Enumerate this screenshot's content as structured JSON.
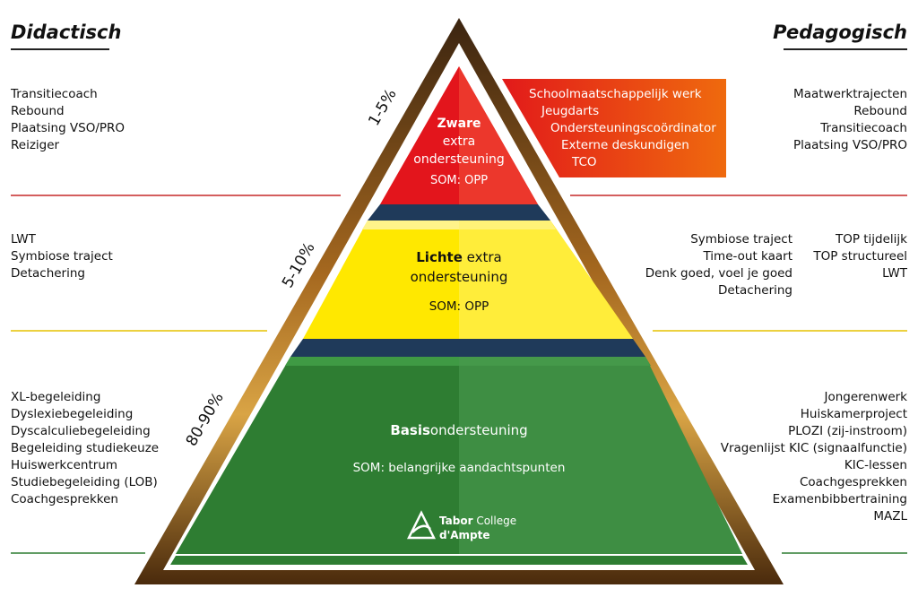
{
  "headers": {
    "left": "Didactisch",
    "right": "Pedagogisch"
  },
  "percentages": {
    "top": "1-5%",
    "middle": "5-10%",
    "bottom": "80-90%"
  },
  "tiers": {
    "top": {
      "title": "Zware",
      "line2": "extra",
      "line3": "ondersteuning",
      "som": "SOM: OPP",
      "color": "#e3151c"
    },
    "middle": {
      "title": "Lichte",
      "title_rest": " extra",
      "line2": "ondersteuning",
      "som": "SOM: OPP",
      "color": "#ffe800"
    },
    "bottom": {
      "title": "Basis",
      "title_rest": "ondersteuning",
      "som": "SOM: belangrijke aandachtspunten",
      "color": "#2e7d32"
    }
  },
  "orange_box": {
    "items": [
      "Schoolmaatschappelijk werk",
      "Jeugdarts",
      "Ondersteuningscoördinator",
      "Externe deskundigen",
      "TCO"
    ]
  },
  "left_lists": {
    "top": [
      "Transitiecoach",
      "Rebound",
      "Plaatsing VSO/PRO",
      "Reiziger"
    ],
    "middle": [
      "LWT",
      "Symbiose traject",
      "Detachering"
    ],
    "bottom": [
      "XL-begeleiding",
      "Dyslexiebegeleiding",
      "Dyscalculiebegeleiding",
      "Begeleiding studiekeuze",
      "Huiswerkcentrum",
      "Studiebegeleiding (LOB)",
      "Coachgesprekken"
    ]
  },
  "right_lists": {
    "top": [
      "Maatwerktrajecten",
      "Rebound",
      "Transitiecoach",
      "Plaatsing VSO/PRO"
    ],
    "middle_a": [
      "Symbiose traject",
      "Time-out kaart",
      "Denk goed, voel je goed",
      "Detachering"
    ],
    "middle_b": [
      "TOP tijdelijk",
      "TOP structureel",
      "LWT"
    ],
    "bottom": [
      "Jongerenwerk",
      "Huiskamerproject",
      "PLOZI (zij-instroom)",
      "Vragenlijst KIC (signaalfunctie)",
      "KIC-lessen",
      "Coachgesprekken",
      "Examenbibbertraining",
      "MAZL"
    ]
  },
  "logo": {
    "name": "Tabor",
    "name_rest": " College",
    "subtitle": "d'Ampte"
  },
  "colors": {
    "separator_red": "#c62828",
    "separator_yellow": "#e6c200",
    "separator_green": "#2e7d32",
    "frame_dark": "#3b2410",
    "frame_light": "#d49a3a",
    "navy": "#1f3a5a",
    "orange_start": "#e52317",
    "orange_end": "#f06a10"
  }
}
